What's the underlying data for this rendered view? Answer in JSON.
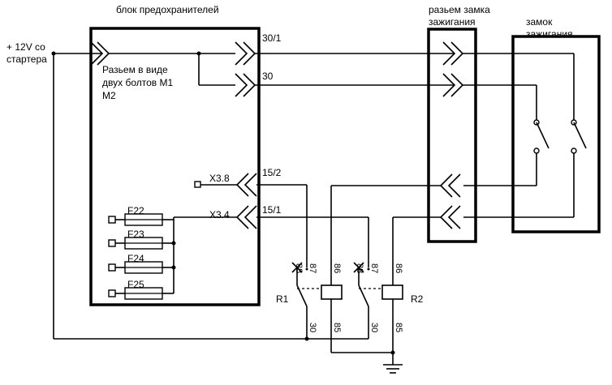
{
  "labels": {
    "fuse_block": "блок предохранителей",
    "ignition_connector_l1": "разьем замка",
    "ignition_connector_l2": "зажигания",
    "ignition_switch_l1": "замок",
    "ignition_switch_l2": "зажигания",
    "starter_l1": "+ 12V со",
    "starter_l2": "стартера",
    "bolts_l1": "Разьем в виде",
    "bolts_l2": "двух болтов М1",
    "bolts_l3": "М2"
  },
  "fuse_block_pins": {
    "p30_1": "30/1",
    "p30": "30",
    "p15_2": "15/2",
    "p15_1": "15/1",
    "x38": "X3.8",
    "x34": "X3.4"
  },
  "fuses": [
    "F22",
    "F23",
    "F24",
    "F25"
  ],
  "relays": {
    "r1": {
      "name": "R1",
      "p87a": "88",
      "p87": "87",
      "p86": "86",
      "p30": "30",
      "p85": "85"
    },
    "r2": {
      "name": "R2",
      "p87a": "88",
      "p87": "87",
      "p86": "86",
      "p30": "30",
      "p85": "85"
    }
  }
}
